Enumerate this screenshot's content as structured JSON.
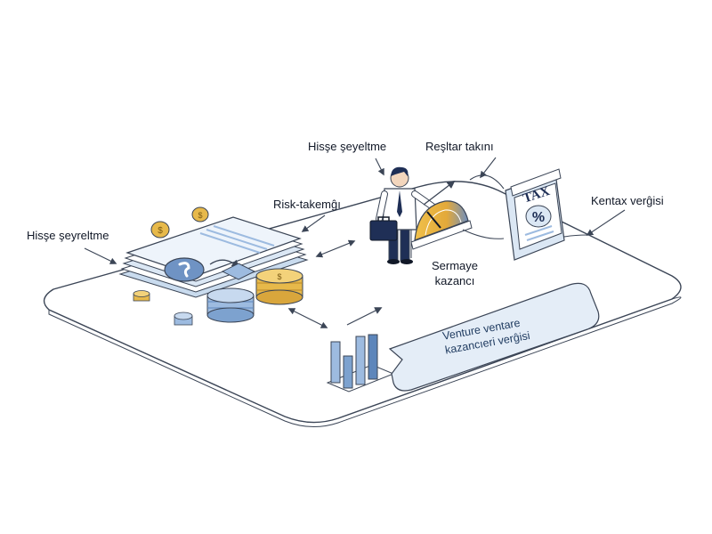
{
  "labels": {
    "top_left": "Hisşe şeyreltme",
    "risk": "Risk-takemĝı",
    "top_center": "Hisşe şeyeltme",
    "top_right": "Reşltar takını",
    "right": "Kentax verĝisi",
    "sermaye_line1": "Sermaye",
    "sermaye_line2": "kazancı",
    "bubble_line1": "Venture ventare",
    "bubble_line2": "kazancıeri verĝisi"
  },
  "tax_card": {
    "title": "TAX",
    "symbol": "%"
  },
  "colors": {
    "line": "#3b4556",
    "platform_fill": "#ffffff",
    "blue_light": "#dbe7f4",
    "blue_mid": "#9dbbe0",
    "blue_dark": "#5d86bb",
    "gold": "#e7b94a",
    "gold_dark": "#b8862a",
    "bubble_fill": "#e4edf7",
    "navy": "#1f2f56"
  }
}
